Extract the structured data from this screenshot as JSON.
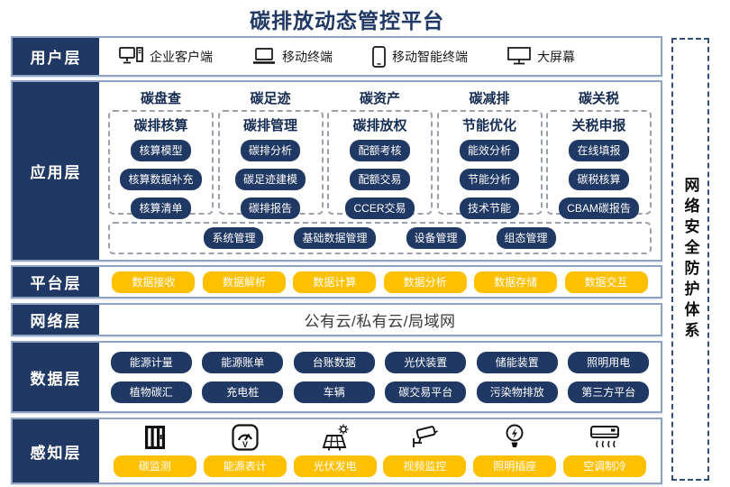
{
  "title": "碳排放动态管控平台",
  "security_sidebar": {
    "label": "网络安全防护体系"
  },
  "colors": {
    "navy": "#1F3864",
    "yellow": "#FFC000",
    "row_border": "#8fa3c4",
    "dashed_gray": "#9aa1ab"
  },
  "layers": {
    "user": {
      "label": "用户层",
      "items": [
        {
          "icon": "desktop-pc-icon",
          "label": "企业客户端"
        },
        {
          "icon": "laptop-icon",
          "label": "移动终端"
        },
        {
          "icon": "smartphone-icon",
          "label": "移动智能终端"
        },
        {
          "icon": "big-screen-icon",
          "label": "大屏幕"
        }
      ]
    },
    "application": {
      "label": "应用层",
      "columns": [
        {
          "header": "碳盘查",
          "subheader": "碳排核算",
          "items": [
            "核算模型",
            "核算数据补充",
            "核算清单"
          ]
        },
        {
          "header": "碳足迹",
          "subheader": "碳排管理",
          "items": [
            "碳排分析",
            "碳足迹建模",
            "碳排报告"
          ]
        },
        {
          "header": "碳资产",
          "subheader": "碳排放权",
          "items": [
            "配额考核",
            "配额交易",
            "CCER交易"
          ]
        },
        {
          "header": "碳减排",
          "subheader": "节能优化",
          "items": [
            "能效分析",
            "节能分析",
            "技术节能"
          ]
        },
        {
          "header": "碳关税",
          "subheader": "关税申报",
          "items": [
            "在线填报",
            "碳税核算",
            "CBAM碳报告"
          ]
        }
      ],
      "common_items": [
        "系统管理",
        "基础数据管理",
        "设备管理",
        "组态管理"
      ]
    },
    "platform": {
      "label": "平台层",
      "items": [
        "数据接收",
        "数据解析",
        "数据计算",
        "数据分析",
        "数据存储",
        "数据交互"
      ]
    },
    "network": {
      "label": "网络层",
      "text": "公有云/私有云/局域网"
    },
    "data": {
      "label": "数据层",
      "rows": [
        [
          "能源计量",
          "能源账单",
          "台账数据",
          "光伏装置",
          "储能装置",
          "照明用电"
        ],
        [
          "植物碳汇",
          "充电桩",
          "车辆",
          "碳交易平台",
          "污染物排放",
          "第三方平台"
        ]
      ]
    },
    "perception": {
      "label": "感知层",
      "items": [
        {
          "icon": "carbon-monitor-icon",
          "label": "碳监测"
        },
        {
          "icon": "energy-meter-icon",
          "label": "能源表计"
        },
        {
          "icon": "solar-panel-icon",
          "label": "光伏发电"
        },
        {
          "icon": "cctv-camera-icon",
          "label": "视频监控"
        },
        {
          "icon": "light-bulb-icon",
          "label": "照明插座"
        },
        {
          "icon": "air-conditioner-icon",
          "label": "空调制冷"
        }
      ]
    }
  }
}
